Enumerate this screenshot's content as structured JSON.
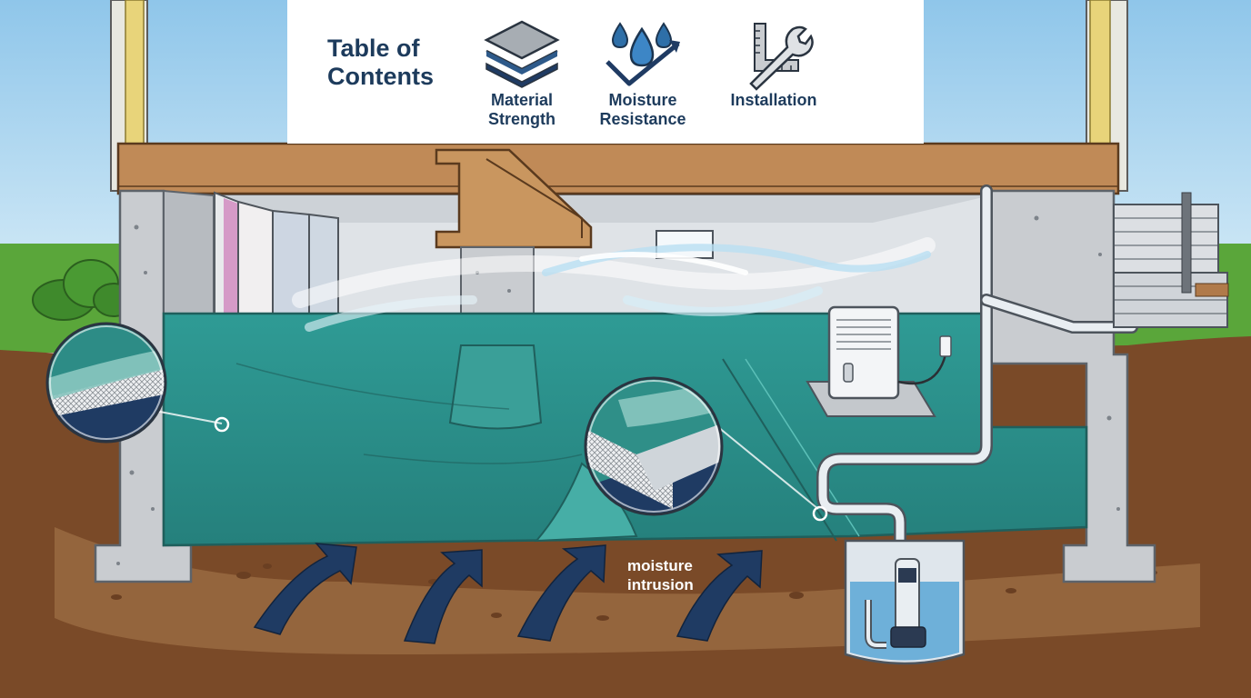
{
  "toc": {
    "title_line1": "Table of",
    "title_line2": "Contents",
    "items": [
      {
        "label_line1": "Material",
        "label_line2": "Strength",
        "icon": "layers-icon"
      },
      {
        "label_line1": "Moisture",
        "label_line2": "Resistance",
        "icon": "water-drops-icon"
      },
      {
        "label_line1": "Installation",
        "label_line2": "",
        "icon": "wrench-ruler-icon"
      }
    ]
  },
  "diagram": {
    "moisture_label_line1": "moisture",
    "moisture_label_line2": "intrusion"
  },
  "colors": {
    "sky": "#a9d6ef",
    "grass": "#5aa63a",
    "soil": "#7a4a28",
    "concrete": "#c9ccd0",
    "vapor_barrier": "#2e8c88",
    "wood": "#c08a57",
    "arrow": "#1f3b63",
    "title_text": "#1d3b5c"
  }
}
